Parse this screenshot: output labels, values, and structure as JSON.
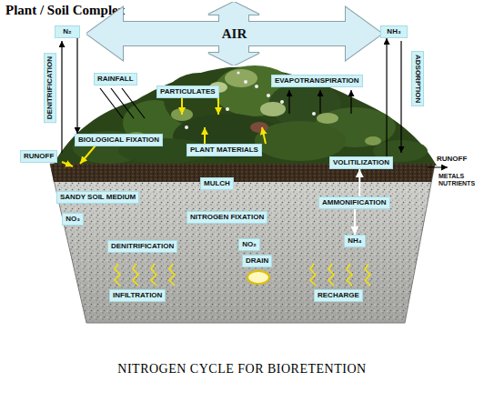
{
  "diagram": {
    "title": "Plant / Soil Complex",
    "caption": "NITROGEN CYCLE FOR BIORETENTION",
    "nodes": [
      {
        "text": [
          "AIR"
        ]
      },
      {
        "text": [
          "N₂"
        ]
      },
      {
        "text": [
          "NH₃"
        ]
      },
      {
        "text": [
          "DENITRIFICATION"
        ]
      },
      {
        "text": [
          "RAINFALL"
        ]
      },
      {
        "text": [
          "PARTICULATES"
        ]
      },
      {
        "text": [
          "EVAPOTRANSPIRATION"
        ]
      },
      {
        "text": [
          "ADSORPTION"
        ]
      },
      {
        "text": [
          "BIOLOGICAL FIXATION"
        ]
      },
      {
        "text": [
          "PLANT MATERIALS"
        ]
      },
      {
        "text": [
          "RUNOFF"
        ]
      },
      {
        "text": [
          "VOLITILIZATION"
        ]
      },
      {
        "text": [
          "MULCH"
        ]
      },
      {
        "text": [
          "SANDY SOIL MEDIUM"
        ]
      },
      {
        "text": [
          "AMMONIFICATION"
        ]
      },
      {
        "text": [
          "NO₃"
        ]
      },
      {
        "text": [
          "NITROGEN FIXATION"
        ]
      },
      {
        "text": [
          "NH₄"
        ]
      },
      {
        "text": [
          "DENITRIFICATION"
        ]
      },
      {
        "text": [
          "NO₂"
        ]
      },
      {
        "text": [
          "DRAIN"
        ]
      },
      {
        "text": [
          "INFILTRATION"
        ]
      },
      {
        "text": [
          "RECHARGE"
        ]
      }
    ],
    "edges": [
      {
        "from": 1,
        "to": 8,
        "arrow": "to"
      },
      {
        "from": 11,
        "to": 2,
        "arrow": "to"
      },
      {
        "from": 14,
        "to": 17,
        "arrow": "to"
      },
      {
        "from": 14,
        "to": 11,
        "arrow": "to"
      }
    ],
    "labels": [
      "RUNOFF",
      "METALS NUTRIENTS"
    ]
  }
}
